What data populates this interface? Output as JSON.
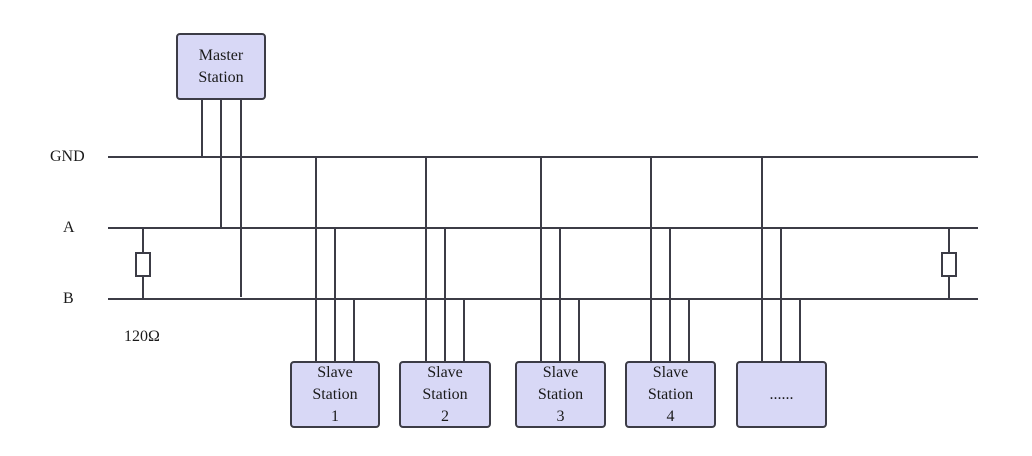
{
  "bus_labels": {
    "gnd": "GND",
    "a": "A",
    "b": "B"
  },
  "resistor_label": "120Ω",
  "master": {
    "line1": "Master",
    "line2": "Station"
  },
  "slaves": [
    {
      "line1": "Slave",
      "line2": "Station",
      "line3": "1"
    },
    {
      "line1": "Slave",
      "line2": "Station",
      "line3": "2"
    },
    {
      "line1": "Slave",
      "line2": "Station",
      "line3": "3"
    },
    {
      "line1": "Slave",
      "line2": "Station",
      "line3": "4"
    },
    {
      "line1": "",
      "line2": "......",
      "line3": ""
    }
  ],
  "colors": {
    "box_fill": "#d8d8f6",
    "stroke": "#3c3c46"
  }
}
